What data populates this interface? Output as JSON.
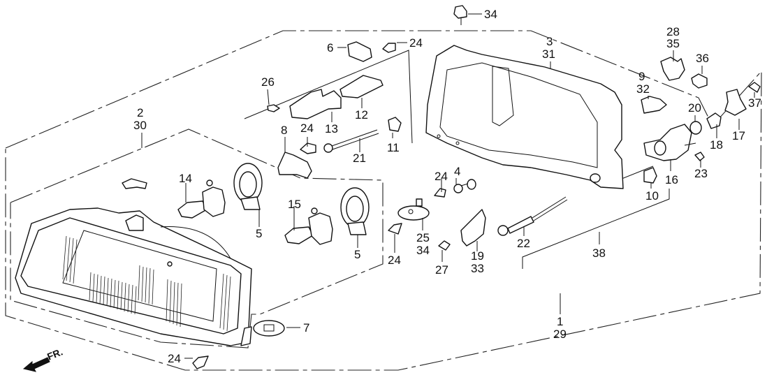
{
  "diagram": {
    "title": "Headlight assembly exploded parts diagram",
    "orientation_label": "FR.",
    "orientation_icon": "front-direction-arrow-icon",
    "callouts": [
      {
        "id": "c-34-top",
        "text": "34"
      },
      {
        "id": "c-6",
        "text": "6"
      },
      {
        "id": "c-24-a",
        "text": "24"
      },
      {
        "id": "c-3",
        "text": "3"
      },
      {
        "id": "c-31",
        "text": "31"
      },
      {
        "id": "c-28",
        "text": "28"
      },
      {
        "id": "c-35",
        "text": "35"
      },
      {
        "id": "c-36",
        "text": "36"
      },
      {
        "id": "c-26",
        "text": "26"
      },
      {
        "id": "c-12",
        "text": "12"
      },
      {
        "id": "c-13",
        "text": "13"
      },
      {
        "id": "c-9",
        "text": "9"
      },
      {
        "id": "c-32",
        "text": "32"
      },
      {
        "id": "c-37",
        "text": "37"
      },
      {
        "id": "c-20",
        "text": "20"
      },
      {
        "id": "c-18",
        "text": "18"
      },
      {
        "id": "c-17",
        "text": "17"
      },
      {
        "id": "c-2",
        "text": "2"
      },
      {
        "id": "c-30",
        "text": "30"
      },
      {
        "id": "c-8",
        "text": "8"
      },
      {
        "id": "c-24-b",
        "text": "24"
      },
      {
        "id": "c-21",
        "text": "21"
      },
      {
        "id": "c-11",
        "text": "11"
      },
      {
        "id": "c-23",
        "text": "23"
      },
      {
        "id": "c-16",
        "text": "16"
      },
      {
        "id": "c-10",
        "text": "10"
      },
      {
        "id": "c-14",
        "text": "14"
      },
      {
        "id": "c-15",
        "text": "15"
      },
      {
        "id": "c-5-a",
        "text": "5"
      },
      {
        "id": "c-5-b",
        "text": "5"
      },
      {
        "id": "c-24-c",
        "text": "24"
      },
      {
        "id": "c-4",
        "text": "4"
      },
      {
        "id": "c-25",
        "text": "25"
      },
      {
        "id": "c-34-b",
        "text": "34"
      },
      {
        "id": "c-24-d",
        "text": "24"
      },
      {
        "id": "c-27",
        "text": "27"
      },
      {
        "id": "c-19",
        "text": "19"
      },
      {
        "id": "c-33",
        "text": "33"
      },
      {
        "id": "c-22",
        "text": "22"
      },
      {
        "id": "c-38",
        "text": "38"
      },
      {
        "id": "c-1",
        "text": "1"
      },
      {
        "id": "c-29",
        "text": "29"
      },
      {
        "id": "c-7",
        "text": "7"
      },
      {
        "id": "c-24-e",
        "text": "24"
      }
    ]
  }
}
